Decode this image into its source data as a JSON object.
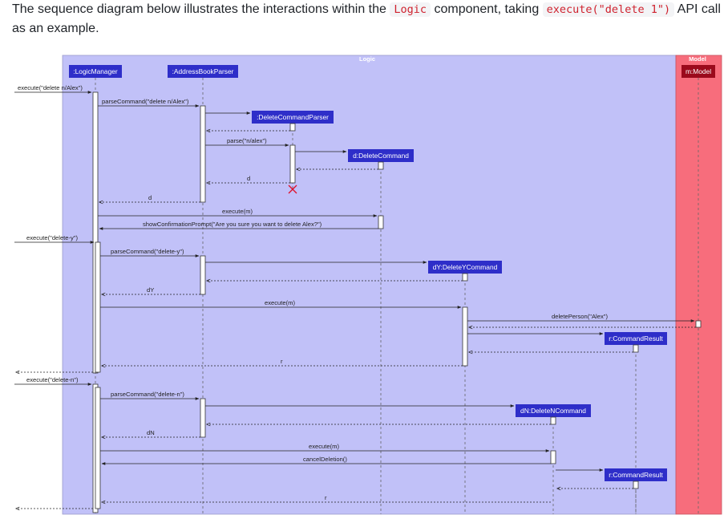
{
  "intro": {
    "part1": "The sequence diagram below illustrates the interactions within the ",
    "code1": "Logic",
    "part2": " component, taking ",
    "code2": "execute(\"delete 1\")",
    "part3": " API call as an example."
  },
  "colors": {
    "logic_frame": "#c1c1f8",
    "model_frame": "#f76d7c",
    "participant_box": "#2e2ec9",
    "model_box": "#9b0a1c"
  },
  "frames": {
    "logic": "Logic",
    "model": "Model"
  },
  "participants": {
    "logic_manager": ":LogicManager",
    "address_book_parser": ":AddressBookParser",
    "delete_command_parser": ":DeleteCommandParser",
    "delete_command": "d:DeleteCommand",
    "delete_y_command": "dY:DeleteYCommand",
    "delete_n_command": "dN:DeleteNCommand",
    "command_result_1": "r:CommandResult",
    "command_result_2": "r:CommandResult",
    "model": "m:Model"
  },
  "messages": {
    "m1": "execute(\"delete n/Alex\")",
    "m2": "parseCommand(\"delete n/Alex\")",
    "m3": "parse(\"n/alex\")",
    "m4": "d",
    "m5": "d",
    "m6": "execute(m)",
    "m7": "showConfirmationPrompt(\"Are you sure you want to delete Alex?\")",
    "m8": "execute(\"delete-y\")",
    "m9": "parseCommand(\"delete-y\")",
    "m10": "dY",
    "m11": "execute(m)",
    "m12": "deletePerson(\"Alex\")",
    "m13": "r",
    "m14": "execute(\"delete-n\")",
    "m15": "parseCommand(\"delete-n\")",
    "m16": "dN",
    "m17": "execute(m)",
    "m18": "cancelDeletion()",
    "m19": "r"
  }
}
